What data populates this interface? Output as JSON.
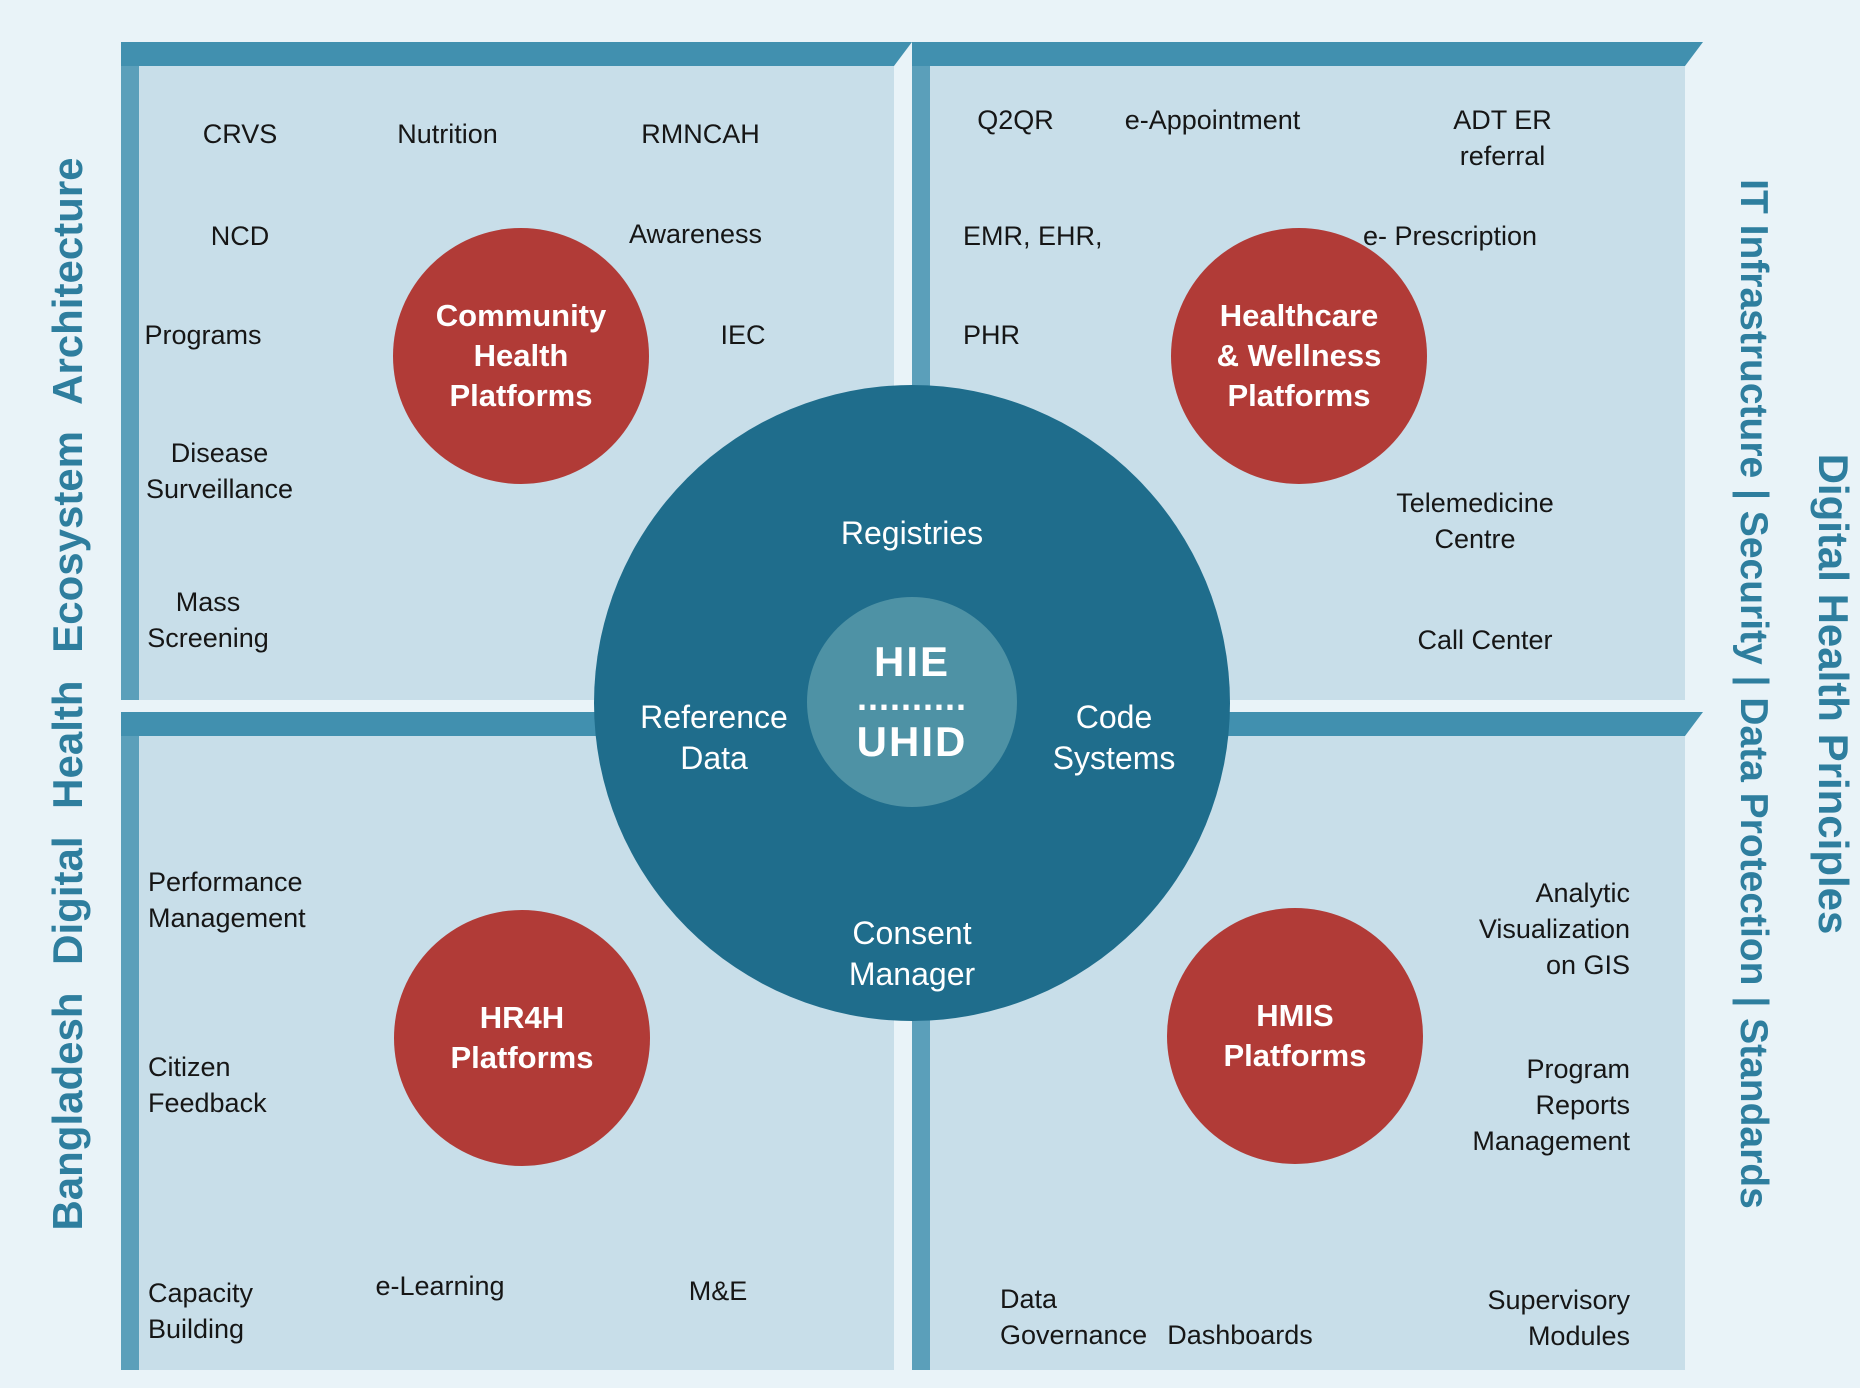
{
  "page": {
    "left_vertical": "Bangladesh Digital Health Ecosystem Architecture",
    "right_vertical_inner": "IT Infrastructure | Security | Data Protection | Standards",
    "right_vertical_outer": "Digital Health Principles"
  },
  "hub": {
    "registries": "Registries",
    "reference_data": "Reference\nData",
    "code_systems": "Code\nSystems",
    "consent_manager": "Consent\nManager",
    "core": {
      "top": "HIE",
      "dots": "..........",
      "bottom": "UHID"
    }
  },
  "quadrants": {
    "community": {
      "title": "Community\nHealth\nPlatforms",
      "items": [
        "CRVS",
        "Nutrition",
        "RMNCAH",
        "NCD",
        "Awareness",
        "Programs",
        "IEC",
        "Disease\nSurveillance",
        "Mass\nScreening"
      ]
    },
    "healthcare": {
      "title": "Healthcare\n& Wellness\nPlatforms",
      "items": [
        "Q2QR",
        "e-Appointment",
        "ADT ER\nreferral",
        "EMR, EHR,",
        "e- Prescription",
        "PHR",
        "Telemedicine\nCentre",
        "Call Center"
      ]
    },
    "hr4h": {
      "title": "HR4H\nPlatforms",
      "items": [
        "Performance\nManagement",
        "Citizen\nFeedback",
        "Capacity\nBuilding",
        "e-Learning",
        "M&E"
      ]
    },
    "hmis": {
      "title": "HMIS\nPlatforms",
      "items": [
        "Analytic\nVisualization\non GIS",
        "Program\nReports\nManagement",
        "Data\nGovernance",
        "Dashboards",
        "Supervisory\nModules"
      ]
    }
  },
  "colors": {
    "background": "#e9f3f8",
    "panel_face": "#c8dee9",
    "panel_top_edge": "#4190af",
    "panel_side_edge": "#5b9fba",
    "hub": "#1f6d8c",
    "hub_core": "#4e92a5",
    "platform_circle": "#b13b37",
    "vertical_text": "#2e7e9e",
    "item_text": "#161616"
  }
}
